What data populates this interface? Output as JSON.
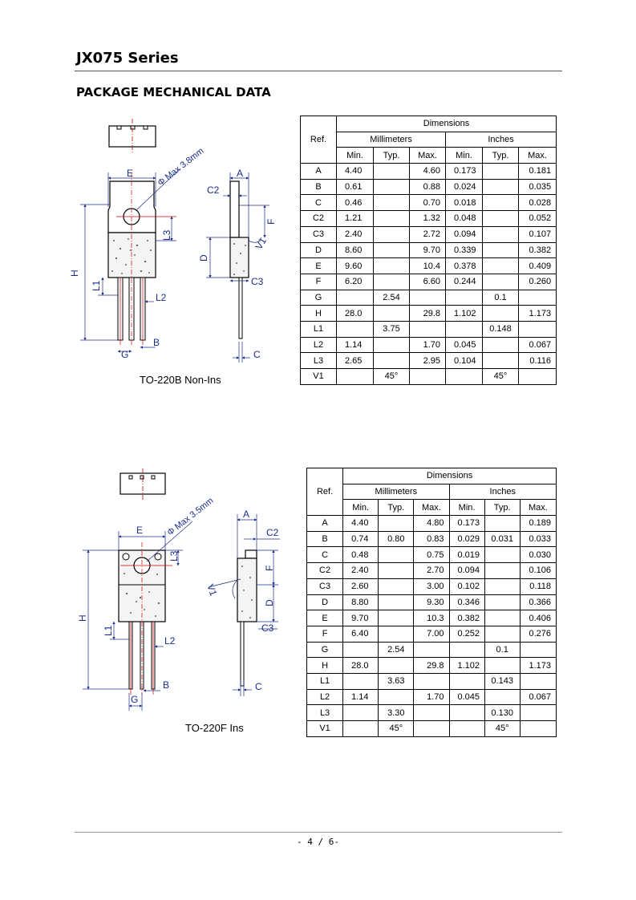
{
  "header": {
    "series_title": "JX075 Series",
    "section_title": "PACKAGE MECHANICAL DATA"
  },
  "footer": {
    "page_number": "- 4 / 6-"
  },
  "packages": [
    {
      "label": "TO-220B Non-Ins",
      "drawing_labels": {
        "E": "E",
        "A": "A",
        "C2": "C2",
        "F": "F",
        "L3": "L3",
        "D": "D",
        "H": "H",
        "L1": "L1",
        "L2": "L2",
        "C3": "C3",
        "V1": "V1",
        "G": "G",
        "B": "B",
        "C": "C",
        "phi": "Φ Max 3.8mm"
      },
      "table": {
        "ref_header": "Ref.",
        "dimensions_header": "Dimensions",
        "mm_header": "Millimeters",
        "in_header": "Inches",
        "sub_headers": [
          "Min.",
          "Typ.",
          "Max.",
          "Min.",
          "Typ.",
          "Max."
        ],
        "rows": [
          [
            "A",
            "4.40",
            "",
            "4.60",
            "0.173",
            "",
            "0.181"
          ],
          [
            "B",
            "0.61",
            "",
            "0.88",
            "0.024",
            "",
            "0.035"
          ],
          [
            "C",
            "0.46",
            "",
            "0.70",
            "0.018",
            "",
            "0.028"
          ],
          [
            "C2",
            "1.21",
            "",
            "1.32",
            "0.048",
            "",
            "0.052"
          ],
          [
            "C3",
            "2.40",
            "",
            "2.72",
            "0.094",
            "",
            "0.107"
          ],
          [
            "D",
            "8.60",
            "",
            "9.70",
            "0.339",
            "",
            "0.382"
          ],
          [
            "E",
            "9.60",
            "",
            "10.4",
            "0.378",
            "",
            "0.409"
          ],
          [
            "F",
            "6.20",
            "",
            "6.60",
            "0.244",
            "",
            "0.260"
          ],
          [
            "G",
            "",
            "2.54",
            "",
            "",
            "0.1",
            ""
          ],
          [
            "H",
            "28.0",
            "",
            "29.8",
            "1.102",
            "",
            "1.173"
          ],
          [
            "L1",
            "",
            "3.75",
            "",
            "",
            "0.148",
            ""
          ],
          [
            "L2",
            "1.14",
            "",
            "1.70",
            "0.045",
            "",
            "0.067"
          ],
          [
            "L3",
            "2.65",
            "",
            "2.95",
            "0.104",
            "",
            "0.116"
          ],
          [
            "V1",
            "",
            "45°",
            "",
            "",
            "45°",
            ""
          ]
        ]
      }
    },
    {
      "label": "TO-220F Ins",
      "drawing_labels": {
        "E": "E",
        "A": "A",
        "C2": "C2",
        "F": "F",
        "L3": "L3",
        "D": "D",
        "H": "H",
        "L1": "L1",
        "L2": "L2",
        "C3": "C3",
        "V1": "V1",
        "G": "G",
        "B": "B",
        "C": "C",
        "phi": "Φ Max 3.5mm"
      },
      "table": {
        "ref_header": "Ref.",
        "dimensions_header": "Dimensions",
        "mm_header": "Millimeters",
        "in_header": "Inches",
        "sub_headers": [
          "Min.",
          "Typ.",
          "Max.",
          "Min.",
          "Typ.",
          "Max."
        ],
        "rows": [
          [
            "A",
            "4.40",
            "",
            "4.80",
            "0.173",
            "",
            "0.189"
          ],
          [
            "B",
            "0.74",
            "0.80",
            "0.83",
            "0.029",
            "0.031",
            "0.033"
          ],
          [
            "C",
            "0.48",
            "",
            "0.75",
            "0.019",
            "",
            "0.030"
          ],
          [
            "C2",
            "2.40",
            "",
            "2.70",
            "0.094",
            "",
            "0.106"
          ],
          [
            "C3",
            "2.60",
            "",
            "3.00",
            "0.102",
            "",
            "0.118"
          ],
          [
            "D",
            "8.80",
            "",
            "9.30",
            "0.346",
            "",
            "0.366"
          ],
          [
            "E",
            "9.70",
            "",
            "10.3",
            "0.382",
            "",
            "0.406"
          ],
          [
            "F",
            "6.40",
            "",
            "7.00",
            "0.252",
            "",
            "0.276"
          ],
          [
            "G",
            "",
            "2.54",
            "",
            "",
            "0.1",
            ""
          ],
          [
            "H",
            "28.0",
            "",
            "29.8",
            "1.102",
            "",
            "1.173"
          ],
          [
            "L1",
            "",
            "3.63",
            "",
            "",
            "0.143",
            ""
          ],
          [
            "L2",
            "1.14",
            "",
            "1.70",
            "0.045",
            "",
            "0.067"
          ],
          [
            "L3",
            "",
            "3.30",
            "",
            "",
            "0.130",
            ""
          ],
          [
            "V1",
            "",
            "45°",
            "",
            "",
            "45°",
            ""
          ]
        ]
      }
    }
  ]
}
